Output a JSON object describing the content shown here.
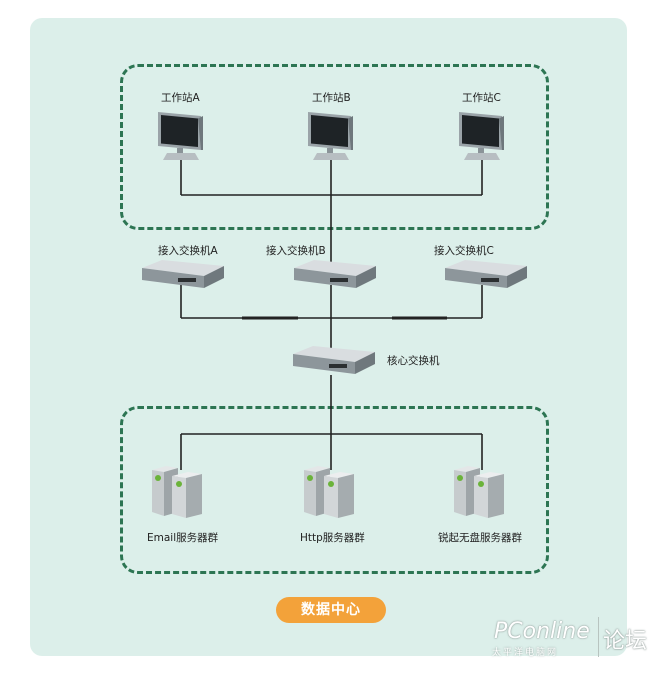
{
  "workstations": [
    {
      "label": "工作站A"
    },
    {
      "label": "工作站B"
    },
    {
      "label": "工作站C"
    }
  ],
  "access_switches": [
    {
      "label": "接入交换机A"
    },
    {
      "label": "接入交换机B"
    },
    {
      "label": "接入交换机C"
    }
  ],
  "core_switch": {
    "label": "核心交换机"
  },
  "server_groups": [
    {
      "label": "Email服务器群"
    },
    {
      "label": "Http服务器群"
    },
    {
      "label": "锐起无盘服务器群"
    }
  ],
  "datacenter_badge": "数据中心",
  "watermark": {
    "main": "PConline",
    "sub": "太平洋电脑网",
    "forum": "论坛"
  },
  "colors": {
    "panel_bg": "#dcefea",
    "dashed_border": "#2d7553",
    "badge_bg": "#f3a23a",
    "wire": "#222222"
  }
}
